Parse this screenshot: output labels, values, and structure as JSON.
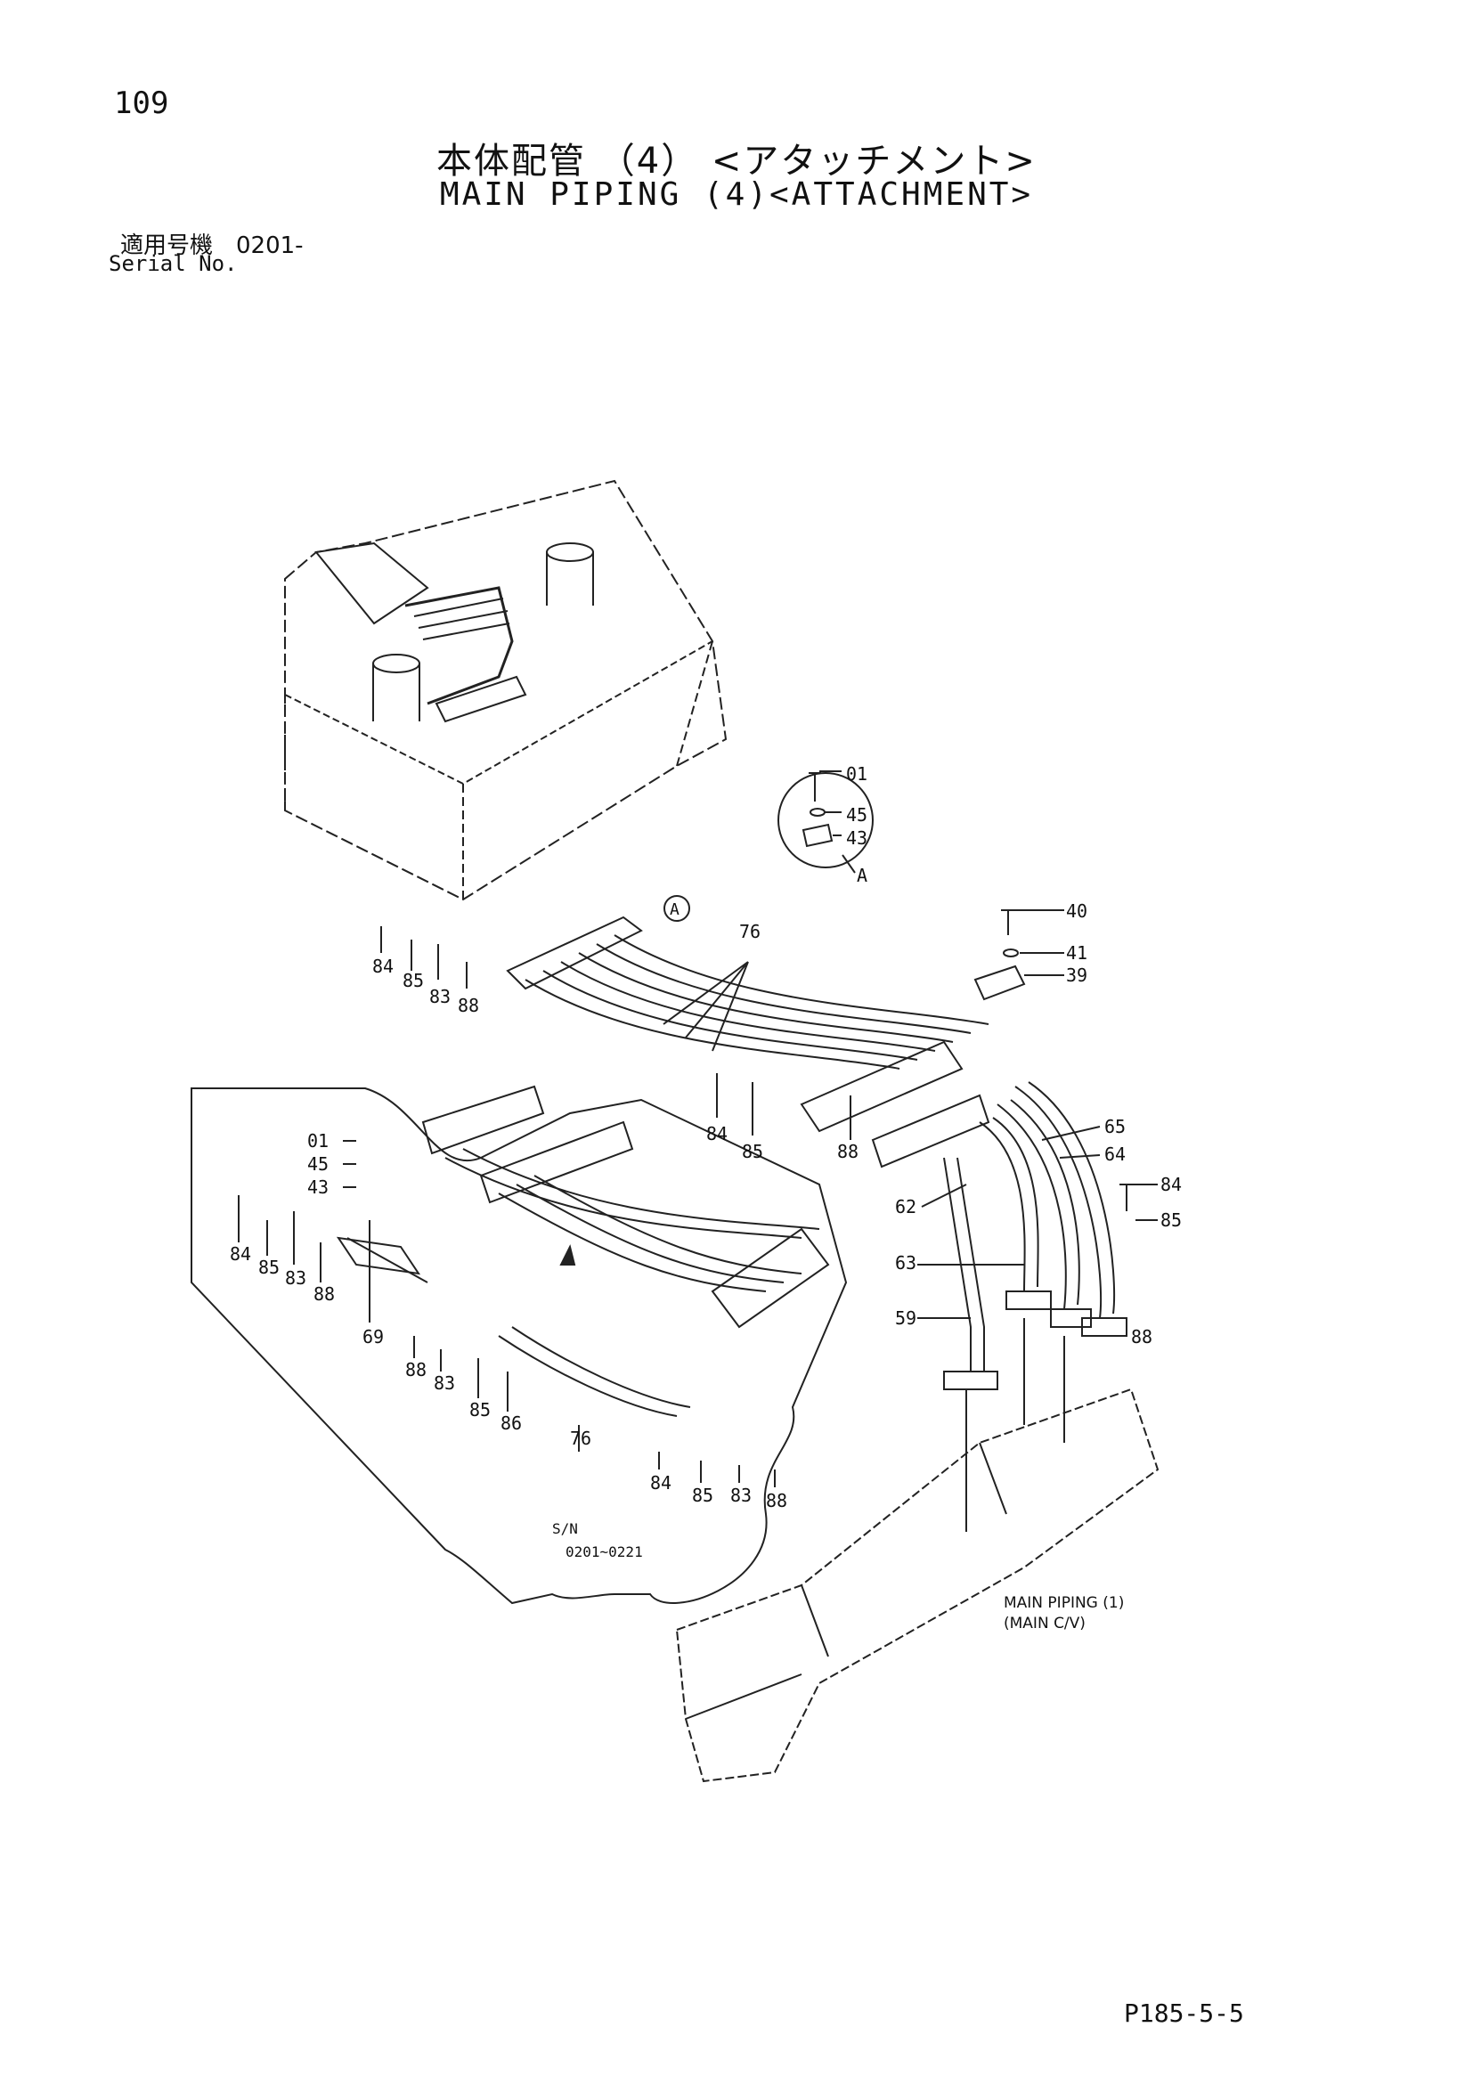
{
  "header": {
    "page_number": "109",
    "title_jp": "本体配管 （4） <アタッチメント>",
    "title_en": "MAIN PIPING (4)<ATTACHMENT>",
    "serial_jp": "適用号機　0201-",
    "serial_en": "Serial No."
  },
  "footer": {
    "page_code": "P185-5-5"
  },
  "detail_a": {
    "marker": "A",
    "labels": [
      "01",
      "45",
      "43"
    ],
    "caption": "A"
  },
  "main_labels": {
    "l40": "40",
    "l41": "41",
    "l39": "39",
    "l76": "76",
    "l84a": "84",
    "l85a": "85",
    "l83a": "83",
    "l88a": "88",
    "l84b": "84",
    "l85b": "85",
    "l88b": "88",
    "l65": "65",
    "l64": "64",
    "l62": "62",
    "l63": "63",
    "l59": "59",
    "l84c": "84",
    "l85c": "85",
    "l88c": "88"
  },
  "inset": {
    "labels": {
      "i01": "01",
      "i45": "45",
      "i43": "43",
      "i84a": "84",
      "i85a": "85",
      "i83a": "83",
      "i88a": "88",
      "i69": "69",
      "i88b": "88",
      "i83b": "83",
      "i85b": "85",
      "i86": "86",
      "i76": "76",
      "i84b": "84",
      "i85c": "85",
      "i83c": "83",
      "i88c": "88"
    },
    "sn_label": "S/N",
    "sn_range": "0201~0221"
  },
  "reference": {
    "line1": "MAIN PIPING (1)",
    "line2": "(MAIN C/V)"
  }
}
